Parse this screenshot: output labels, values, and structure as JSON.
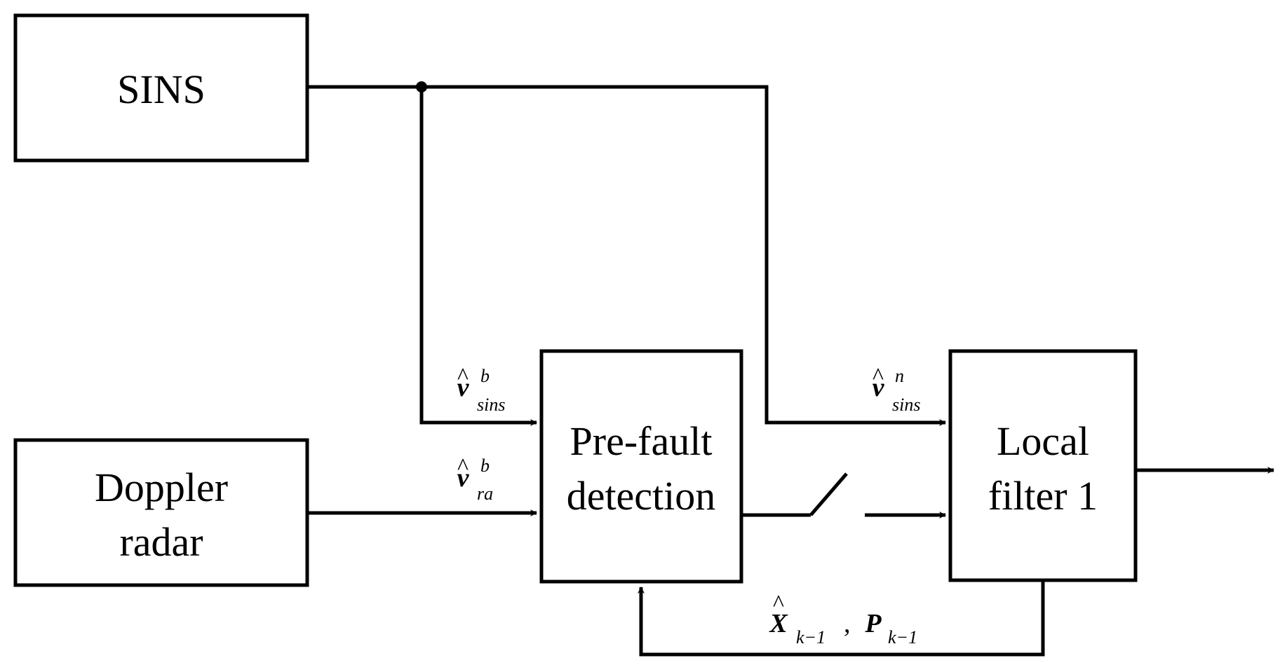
{
  "blocks": {
    "sins": {
      "label": "SINS"
    },
    "doppler": {
      "line1": "Doppler",
      "line2": "radar"
    },
    "prefault": {
      "line1": "Pre-fault",
      "line2": "detection"
    },
    "local_filter": {
      "line1": "Local",
      "line2": "filter 1"
    }
  },
  "signals": {
    "v_sins_b": {
      "symbol": "v",
      "hat": "^",
      "sup": "b",
      "sub": "sins"
    },
    "v_ra_b": {
      "symbol": "v",
      "hat": "^",
      "sup": "b",
      "sub": "ra"
    },
    "v_sins_n": {
      "symbol": "v",
      "hat": "^",
      "sup": "n",
      "sub": "sins"
    },
    "feedback": {
      "x_symbol": "X",
      "x_hat": "^",
      "x_sub": "k−1",
      "separator": ",",
      "p_symbol": "P",
      "p_sub": "k−1"
    }
  },
  "colors": {
    "stroke": "#000000",
    "background": "#ffffff"
  }
}
